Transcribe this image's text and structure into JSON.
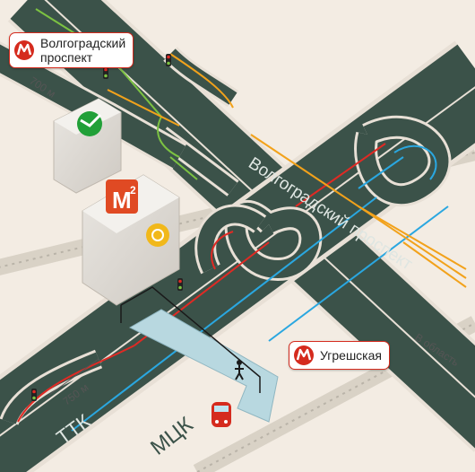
{
  "colors": {
    "background": "#f3ece3",
    "road": "#3b5249",
    "road_edge": "#e8e0d6",
    "flow_red": "#e02a24",
    "flow_blue": "#2aa7e0",
    "flow_green": "#7cc242",
    "flow_orange": "#f2a21b",
    "metro_red": "#d52b1e",
    "rail": "#b9b3a8",
    "bridge": "#b8d8e0"
  },
  "metro_stations": [
    {
      "name_line1": "Волгоградский",
      "name_line2": "проспект",
      "icon": "metro-icon"
    },
    {
      "name_line1": "Угрешская",
      "name_line2": "",
      "icon": "metro-icon"
    }
  ],
  "road_labels": {
    "avenue": "Волгоградский проспект",
    "ring": "ТТК",
    "railway": "МЦК",
    "outbound": "В область"
  },
  "distances": {
    "top": "700 м",
    "bottom": "750 м"
  },
  "buildings": {
    "store_logo": "М",
    "store_logo_sup": "2",
    "bank_icon": "sberbank-icon",
    "shop_icon": "shopping-icon"
  },
  "icons": {
    "pedestrian": "pedestrian-icon",
    "train": "train-icon",
    "traffic_light": "traffic-light-icon"
  }
}
